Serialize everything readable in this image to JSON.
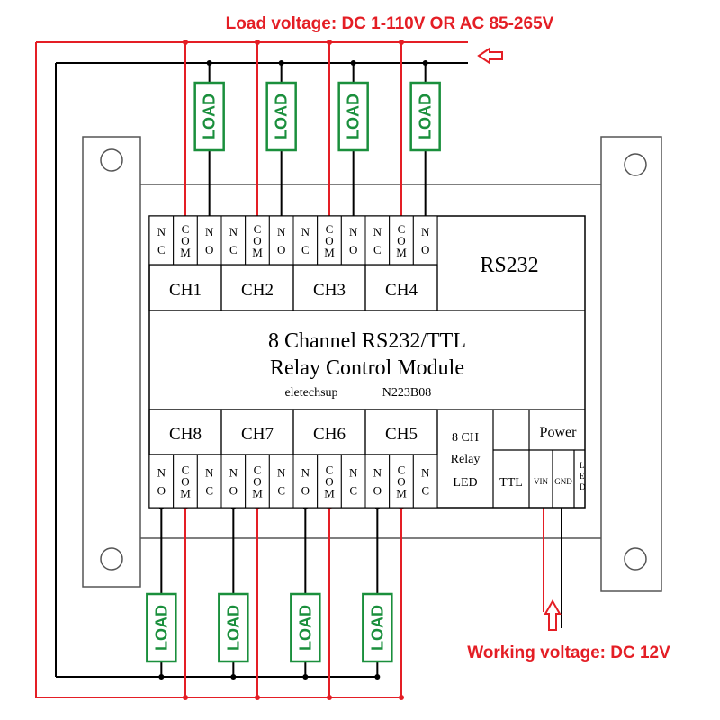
{
  "load_voltage_label": "Load voltage: DC 1-110V OR AC 85-265V",
  "working_voltage_label": "Working voltage: DC 12V",
  "module": {
    "title_line1": "8 Channel RS232/TTL",
    "title_line2": "Relay Control Module",
    "brand": "eletechsup",
    "model": "N223B08",
    "rs232_label": "RS232",
    "ttl_label": "TTL",
    "power_label": "Power",
    "led_line1": "8 CH",
    "led_line2": "Relay",
    "led_line3": "LED",
    "vin_label": "VIN",
    "gnd_label": "GND",
    "power_led_label": "L E D"
  },
  "top_channels": [
    "CH1",
    "CH2",
    "CH3",
    "CH4"
  ],
  "bottom_channels": [
    "CH8",
    "CH7",
    "CH6",
    "CH5"
  ],
  "terminals_top": [
    "N C",
    "C O M",
    "N O"
  ],
  "terminals_bottom": [
    "N O",
    "C O M",
    "N C"
  ],
  "load_label": "LOAD",
  "colors": {
    "red_wire": "#e41e25",
    "load_green": "#1a8f3c",
    "outline": "#000000",
    "bracket": "#666666"
  }
}
